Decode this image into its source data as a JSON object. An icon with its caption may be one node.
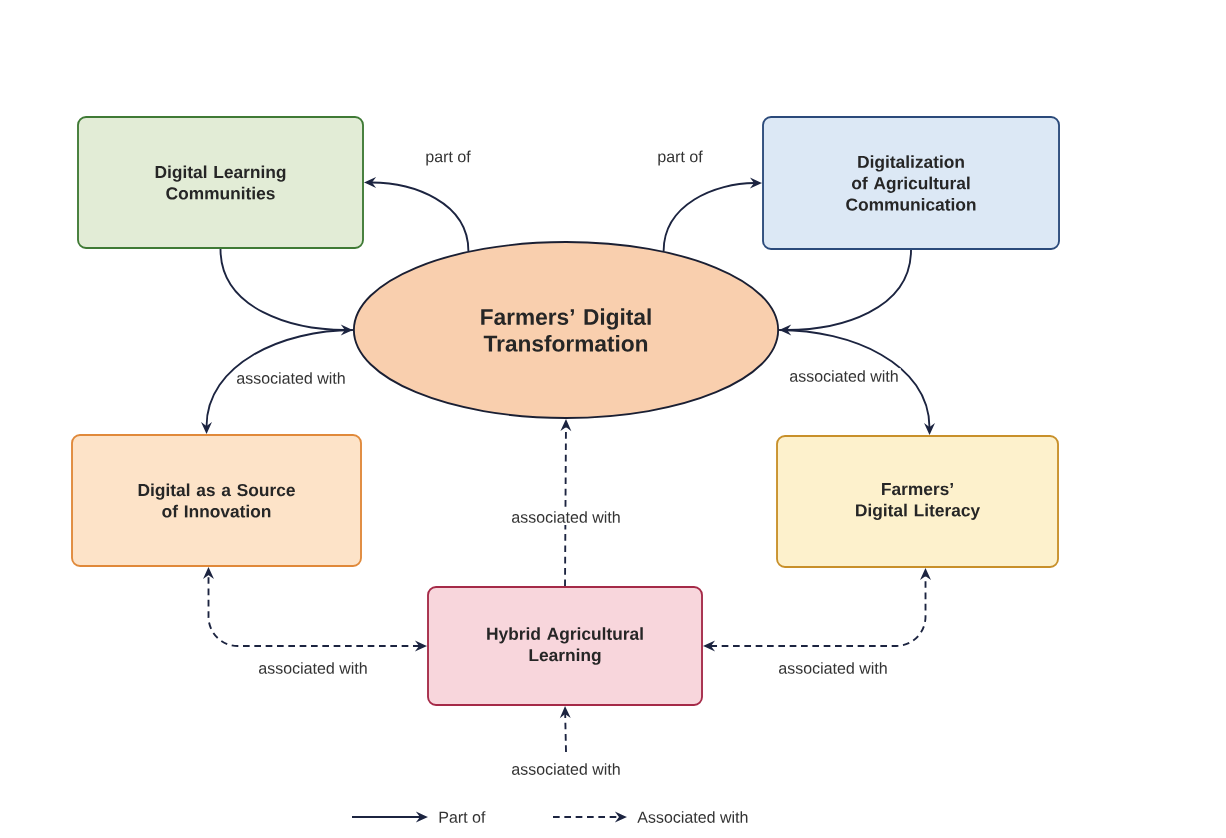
{
  "diagram": {
    "nodes": [
      {
        "text": [
          "Digital Learning Communities"
        ]
      },
      {
        "text": [
          "Digitalization of Agricultural Communication"
        ]
      },
      {
        "text": [
          "Farmers’ Digital Transformation"
        ]
      },
      {
        "text": [
          "Digital as a Source of Innovation"
        ]
      },
      {
        "text": [
          "Farmers’ Digital Literacy"
        ]
      },
      {
        "text": [
          "Hybrid Agricultural Learning"
        ]
      }
    ],
    "edges": [
      {
        "from": 2,
        "to": 0,
        "arrow": "to",
        "label": "part of"
      },
      {
        "from": 2,
        "to": 1,
        "arrow": "to",
        "label": "part of"
      },
      {
        "from": 0,
        "to": 2,
        "arrow": "to"
      },
      {
        "from": 2,
        "to": 3,
        "arrow": "to",
        "label": "associated with"
      },
      {
        "from": 1,
        "to": 2,
        "arrow": "to"
      },
      {
        "from": 2,
        "to": 4,
        "arrow": "to",
        "label": "associated with"
      },
      {
        "from": 5,
        "to": 2,
        "arrow": "to",
        "label": "associated with",
        "style": "dashed"
      },
      {
        "from": 5,
        "to": 3,
        "arrow": "both",
        "label": "associated with",
        "style": "dashed"
      },
      {
        "from": 5,
        "to": 4,
        "arrow": "both",
        "label": "associated with",
        "style": "dashed"
      },
      {
        "from": null,
        "to": 5,
        "arrow": "to",
        "label": "associated with",
        "style": "dashed"
      }
    ],
    "legend": [
      {
        "text": "Part of"
      },
      {
        "text": "Associated with"
      }
    ]
  }
}
